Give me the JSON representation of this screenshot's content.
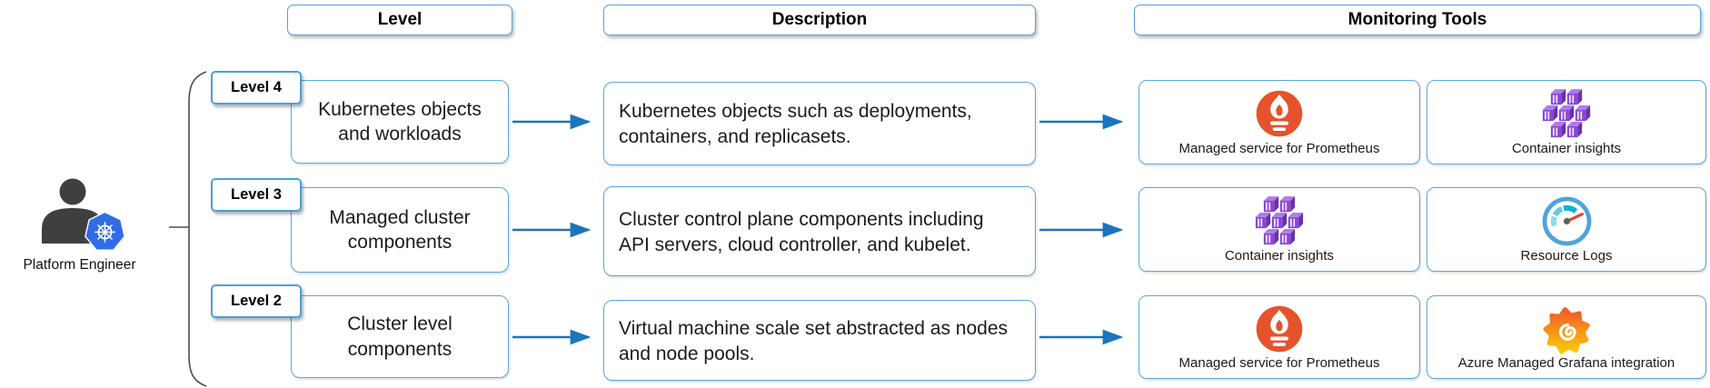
{
  "actor": {
    "label": "Platform Engineer",
    "icon": "person-with-kubernetes"
  },
  "headers": {
    "level": "Level",
    "description": "Description",
    "monitoring": "Monitoring Tools"
  },
  "rows": [
    {
      "badge": "Level 4",
      "level": "Kubernetes objects and workloads",
      "description": "Kubernetes objects such as deployments, containers, and replicasets.",
      "tools": [
        {
          "name": "Managed service for Prometheus",
          "icon": "prometheus-icon"
        },
        {
          "name": "Container insights",
          "icon": "container-insights-icon"
        }
      ]
    },
    {
      "badge": "Level 3",
      "level": "Managed cluster components",
      "description": "Cluster control plane components including API servers, cloud controller, and kubelet.",
      "tools": [
        {
          "name": "Container insights",
          "icon": "container-insights-icon"
        },
        {
          "name": "Resource Logs",
          "icon": "resource-logs-gauge-icon"
        }
      ]
    },
    {
      "badge": "Level 2",
      "level": "Cluster level components",
      "description": "Virtual machine scale set abstracted as nodes and node pools.",
      "tools": [
        {
          "name": "Managed service for Prometheus",
          "icon": "prometheus-icon"
        },
        {
          "name": "Azure Managed Grafana integration",
          "icon": "grafana-icon"
        }
      ]
    }
  ],
  "colors": {
    "box_border": "#56A0D8",
    "arrow_blue": "#1B75BC",
    "bracket_gray": "#4D4D4D",
    "kubernetes_blue": "#326CE5",
    "prometheus_orange": "#E6522C",
    "container_insights_purple": "#8A47D7",
    "grafana_orange": "#F05A28",
    "grafana_yellow": "#FBCB0A",
    "gauge_teal": "#14B1D4",
    "person_gray": "#3F3F3F"
  }
}
